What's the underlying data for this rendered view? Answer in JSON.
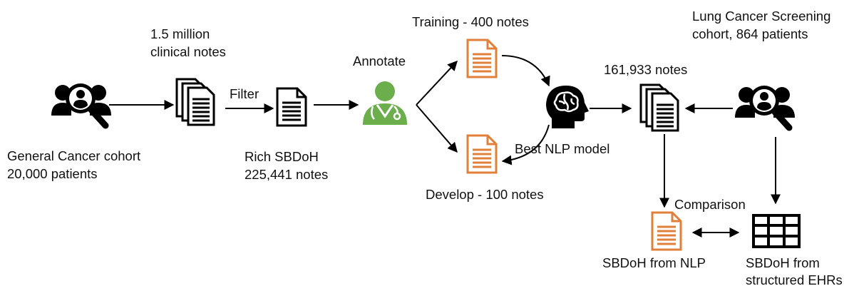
{
  "colors": {
    "accent_orange": "#E0803A",
    "accent_green": "#6CAE4C",
    "ink": "#000000"
  },
  "nodes": {
    "general_cohort": {
      "icon": "people-search-icon",
      "label_line1": "General Cancer cohort",
      "label_line2": "20,000 patients"
    },
    "clinical_notes": {
      "icon": "document-stack-icon",
      "label_line1": "1.5 million",
      "label_line2": "clinical notes"
    },
    "rich_notes": {
      "icon": "document-icon",
      "label_line1": "Rich SBDoH",
      "label_line2": "225,441 notes"
    },
    "annotate": {
      "icon": "doctor-icon",
      "label": "Annotate"
    },
    "training": {
      "icon": "document-orange-icon",
      "label": "Training - 400 notes"
    },
    "develop": {
      "icon": "document-orange-icon",
      "label": "Develop - 100 notes"
    },
    "nlp_model": {
      "icon": "brain-head-icon",
      "label": "Best NLP model"
    },
    "screening_notes": {
      "icon": "document-stack-icon",
      "label": "161,933 notes"
    },
    "screening_cohort": {
      "icon": "people-search-icon",
      "label_line1": "Lung Cancer Screening",
      "label_line2": "cohort, 864 patients"
    },
    "sbdoh_nlp": {
      "icon": "document-orange-icon",
      "label": "SBDoH from NLP"
    },
    "sbdoh_structured": {
      "icon": "table-grid-icon",
      "label_line1": "SBDoH from",
      "label_line2": "structured EHRs"
    }
  },
  "edges": {
    "filter_label": "Filter",
    "comparison_label": "Comparison"
  }
}
